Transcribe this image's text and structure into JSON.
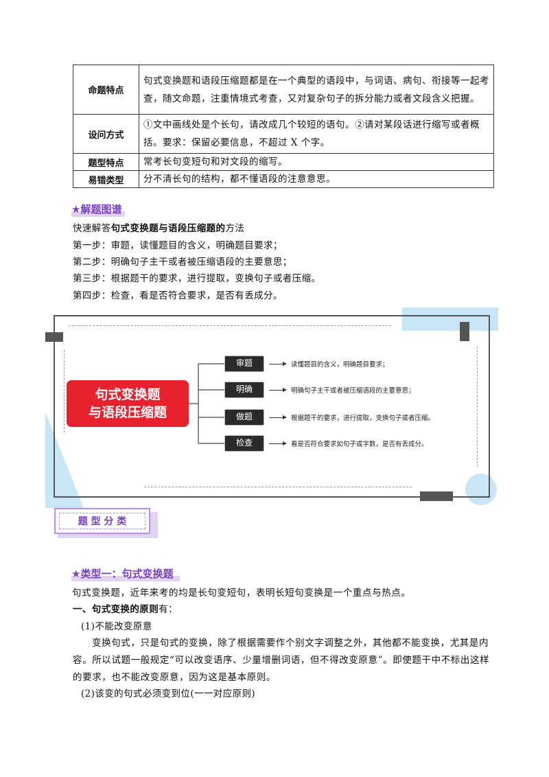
{
  "table": {
    "rows": [
      {
        "key": "命题特点",
        "value": "句式变换题和语段压缩题都是在一个典型的语段中，与词语、病句、衔接等一起考查，随文命题，注重情境式考查，又对复杂句子的拆分能力或者文段含义把握。"
      },
      {
        "key": "设问方式",
        "value": "①文中画线处是个长句，请改成几个较短的语句。②请对某段话进行缩写或者概括。要求：保留必要信息，不超过 X 个字。"
      },
      {
        "key": "题型特点",
        "value": "常考长句变短句和对文段的缩写。"
      },
      {
        "key": "易错类型",
        "value": "分不清长句的结构，都不懂语段的注意意思。"
      }
    ]
  },
  "jieti": {
    "heading": "★解题图谱",
    "intro_pre": "快速解答",
    "intro_bold": "句式变换题与语段压缩题的",
    "intro_post": "方法",
    "steps": [
      "第一步：审题，读懂题目的含义，明确题目要求；",
      "第二步：明确句子主干或者被压缩语段的主要意思；",
      "第三步：根据题干的要求，进行提取，变换句子或者压缩。",
      "第四步：检查，看是否符合要求，是否有丢成分。"
    ]
  },
  "diagram": {
    "title_line1": "句式变换题",
    "title_line2": "与语段压缩题",
    "nodes": [
      {
        "label": "审题",
        "desc": "读懂题目的含义，明确题目要求；"
      },
      {
        "label": "明确",
        "desc": "明确句子主干或者被压缩语段的主要意思；"
      },
      {
        "label": "做题",
        "desc": "根据题干的要求，进行提取，变换句子或者压缩。"
      },
      {
        "label": "检查",
        "desc": "看是否符合要求如句子或字数，是否有丢成分。"
      }
    ],
    "colors": {
      "red": "#e8212e",
      "node": "#2b2b2b",
      "accent_blue": "#c8e6f5",
      "frame": "#555555"
    }
  },
  "badge": {
    "label": "题 型 分 类",
    "color": "#7a3fbf"
  },
  "type1": {
    "heading": "★类型一：句式变换题",
    "intro": "句式变换题，近年来考的均是长句变短句，表明长短句变换是一个重点与热点。",
    "principle_bold": "一、句式变换的原则",
    "principle_post": "有：",
    "p1_title": "(1)不能改变原意",
    "p1_body": "变换句式，只是句式的变换，除了根据需要作个别文字调整之外，其他都不能变换，尤其是内容。所以试题一般规定“可以改变语序、少量增删词语，但不得改变原意”。即使题干中不标出这样的要求，也不能改变原意，因为这是基本原则。",
    "p2_title": "(2)该变的句式必须变到位(一一对应原则)"
  }
}
